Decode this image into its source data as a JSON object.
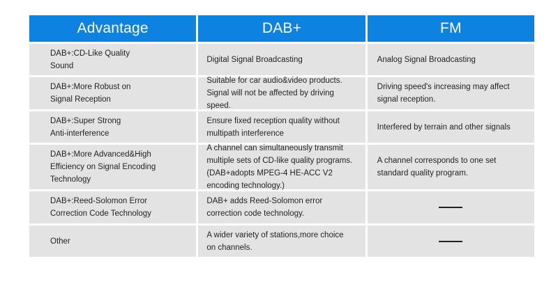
{
  "table": {
    "columns": [
      {
        "key": "advantage",
        "header": "Advantage",
        "cells": [
          "DAB+:CD-Like Quality\nSound",
          "DAB+:More Robust on\nSignal Reception",
          "DAB+:Super Strong\nAnti-interference",
          "DAB+:More Advanced&High\nEfficiency on Signal Encoding\nTechnology",
          "DAB+:Reed-Solomon Error\nCorrection Code Technology",
          "Other"
        ]
      },
      {
        "key": "dab-plus",
        "header": "DAB+",
        "cells": [
          "Digital Signal Broadcasting",
          "Suitable for car audio&video products.\nSignal will not be affected by driving\nspeed.",
          "Ensure fixed reception quality without\nmultipath interference",
          "A channel can simultaneously transmit\nmultiple sets of CD-like quality programs.\n(DAB+adopts MPEG-4 HE-ACC V2\nencoding technology.)",
          "DAB+ adds Reed-Solomon error\ncorrection code technology.",
          "A wider variety of stations,more choice\non channels."
        ]
      },
      {
        "key": "fm",
        "header": "FM",
        "cells": [
          "Analog Signal Broadcasting",
          "Driving speed's increasing may affect\nsignal reception.",
          "Interfered by terrain and other signals",
          "A channel corresponds to one set\nstandard quality program.",
          "——",
          "——"
        ]
      }
    ]
  },
  "colors": {
    "header_blue": "#0d82e0",
    "cell_gray": "#e3e3e3",
    "text": "#231f20",
    "page_background": "#ffffff"
  }
}
